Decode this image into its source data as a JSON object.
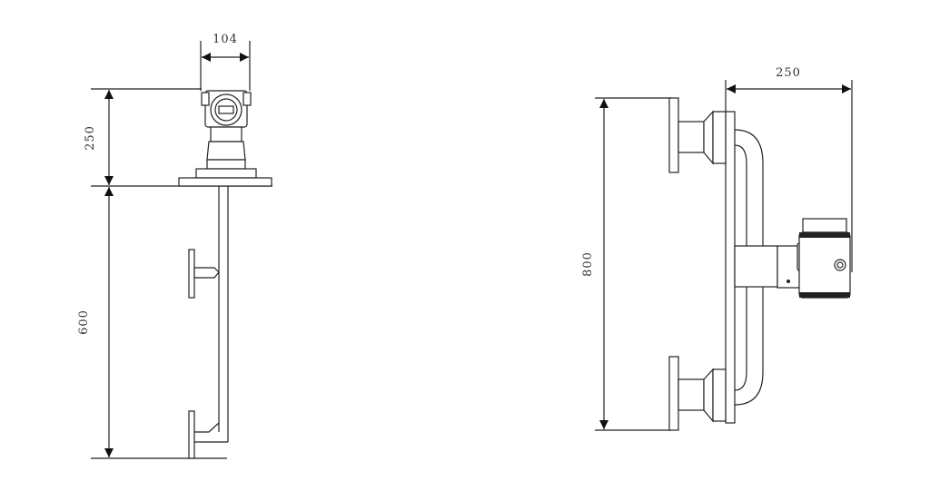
{
  "left_view": {
    "width_dim": "104",
    "head_height_dim": "250",
    "probe_length_dim": "600"
  },
  "right_view": {
    "depth_dim": "250",
    "center_distance_dim": "800"
  },
  "colors": {
    "line": "#222222",
    "background": "#ffffff"
  }
}
